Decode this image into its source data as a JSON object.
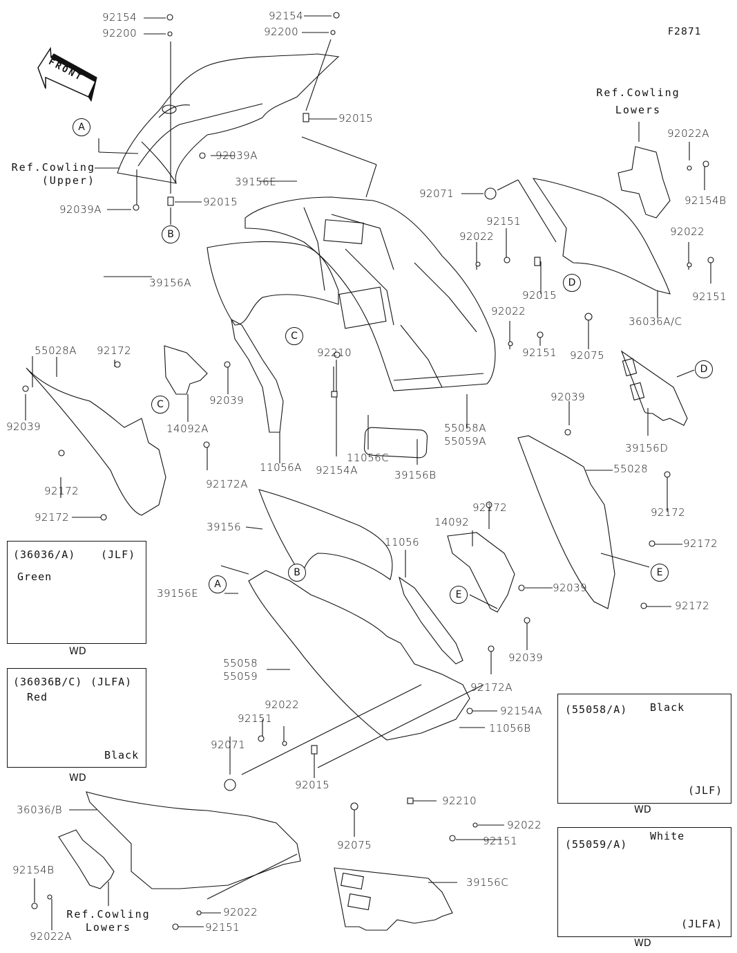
{
  "figure_number": "F2871",
  "front_arrow": {
    "label": "FRONT",
    "icon": "front-direction-arrow-icon"
  },
  "labels": {
    "p92154_top_left": "92154",
    "p92200_top_left": "92200",
    "p92154_top_mid": "92154",
    "p92200_top_mid": "92200",
    "p92015_top": "92015",
    "p92039A_upper": "92039A",
    "p92015_left": "92015",
    "p92039A_left": "92039A",
    "p39156E_upper": "39156E",
    "p92071_upper": "92071",
    "p92022A_upper": "92022A",
    "p92154B_upper": "92154B",
    "p92151_a": "92151",
    "p92022_a": "92022",
    "p92015_mid": "92015",
    "p92022_right": "92022",
    "p92151_right": "92151",
    "p36036AC": "36036A/C",
    "p92022_b": "92022",
    "p92151_b": "92151",
    "p92075_upper": "92075",
    "p39156A": "39156A",
    "p55028A": "55028A",
    "p92172_a": "92172",
    "p92039_left": "92039",
    "p92039_mid": "92039",
    "p14092A": "14092A",
    "p92210_upper": "92210",
    "p11056A": "11056A",
    "p92172A_upper": "92172A",
    "p92154A_upper": "92154A",
    "p11056C": "11056C",
    "p39156B": "39156B",
    "p55058A": "55058A",
    "p55059A": "55059A",
    "p92172_b": "92172",
    "p92172_c": "92172",
    "p39156D": "39156D",
    "p92039_right_top": "92039",
    "p55028": "55028",
    "p92172_right_a": "92172",
    "p92172_right_b": "92172",
    "p92172_right_c": "92172",
    "p39156": "39156",
    "p14092": "14092",
    "p92172_mid": "92172",
    "p11056": "11056",
    "p92039_right_mid": "92039",
    "p92039_right_low": "92039",
    "p39156E_lower": "39156E",
    "p55058": "55058",
    "p55059": "55059",
    "p92172A_lower": "92172A",
    "p92022_lower_a": "92022",
    "p92151_lower_a": "92151",
    "p92154A_lower": "92154A",
    "p11056B": "11056B",
    "p92071_lower": "92071",
    "p92015_lower": "92015",
    "p36036B": "36036/B",
    "p92210_lower": "92210",
    "p92022_lower_b": "92022",
    "p92151_lower_b": "92151",
    "p92075_lower": "92075",
    "p92154B_lower": "92154B",
    "p92022A_lower": "92022A",
    "p92022_bottom": "92022",
    "p92151_bottom": "92151",
    "p39156C": "39156C"
  },
  "references": {
    "cowling_upper_line1": "Ref.Cowling",
    "cowling_upper_line2": "(Upper)",
    "cowling_lowers_top_line1": "Ref.Cowling",
    "cowling_lowers_top_line2": "Lowers",
    "cowling_lowers_bottom_line1": "Ref.Cowling",
    "cowling_lowers_bottom_line2": "Lowers"
  },
  "callouts": {
    "A_top": "A",
    "B_top": "B",
    "C_right": "C",
    "C_left": "C",
    "D_mid": "D",
    "D_right": "D",
    "E_right": "E",
    "E_mid": "E",
    "A_lower": "A",
    "B_lower": "B"
  },
  "insets": [
    {
      "part": "(36036/A)",
      "model": "(JLF)",
      "color_label": "Green",
      "footer": "WD"
    },
    {
      "part": "(36036B/C)",
      "model": "(JLFA)",
      "color_label": "Red",
      "color_label_2": "Black",
      "footer": "WD"
    },
    {
      "part": "(55058/A)",
      "model": "(JLF)",
      "color_label": "Black",
      "footer": "WD"
    },
    {
      "part": "(55059/A)",
      "model": "(JLFA)",
      "color_label": "White",
      "footer": "WD"
    }
  ]
}
